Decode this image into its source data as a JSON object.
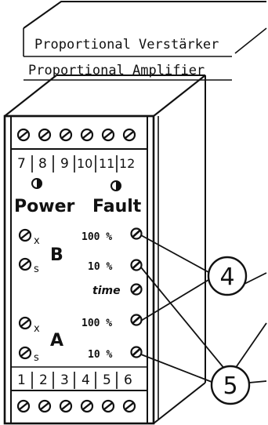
{
  "header": {
    "line1": "Proportional Verstärker",
    "line2": "Proportional Amplifier"
  },
  "terminals": {
    "top_numbers": [
      "7",
      "8",
      "9",
      "10",
      "11",
      "12"
    ],
    "bottom_numbers": [
      "1",
      "2",
      "3",
      "4",
      "5",
      "6"
    ]
  },
  "leds": {
    "power": "Power",
    "fault": "Fault"
  },
  "channel_b": {
    "x_label": "x",
    "s_label": "s",
    "letter": "B",
    "pot_100": "100 %",
    "pot_10": "10 %"
  },
  "time_label": "time",
  "channel_a": {
    "x_label": "x",
    "s_label": "s",
    "letter": "A",
    "pot_100": "100 %",
    "pot_10": "10 %"
  },
  "callouts": {
    "c4": "4",
    "c5": "5"
  },
  "colors": {
    "ink": "#111111",
    "paper": "#ffffff"
  }
}
